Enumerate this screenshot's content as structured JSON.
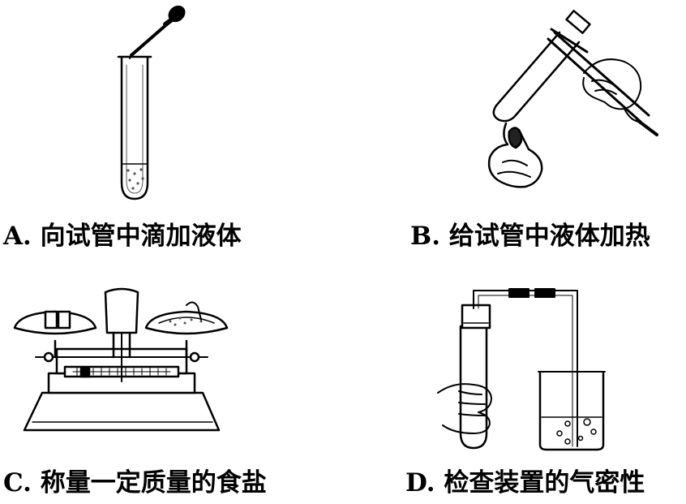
{
  "panels": [
    {
      "letter": "A.",
      "caption": "向试管中滴加液体"
    },
    {
      "letter": "B.",
      "caption": "给试管中液体加热"
    },
    {
      "letter": "C.",
      "caption": "称量一定质量的食盐"
    },
    {
      "letter": "D.",
      "caption": "检查装置的气密性"
    }
  ],
  "colors": {
    "ink": "#000000",
    "paper": "#ffffff"
  }
}
